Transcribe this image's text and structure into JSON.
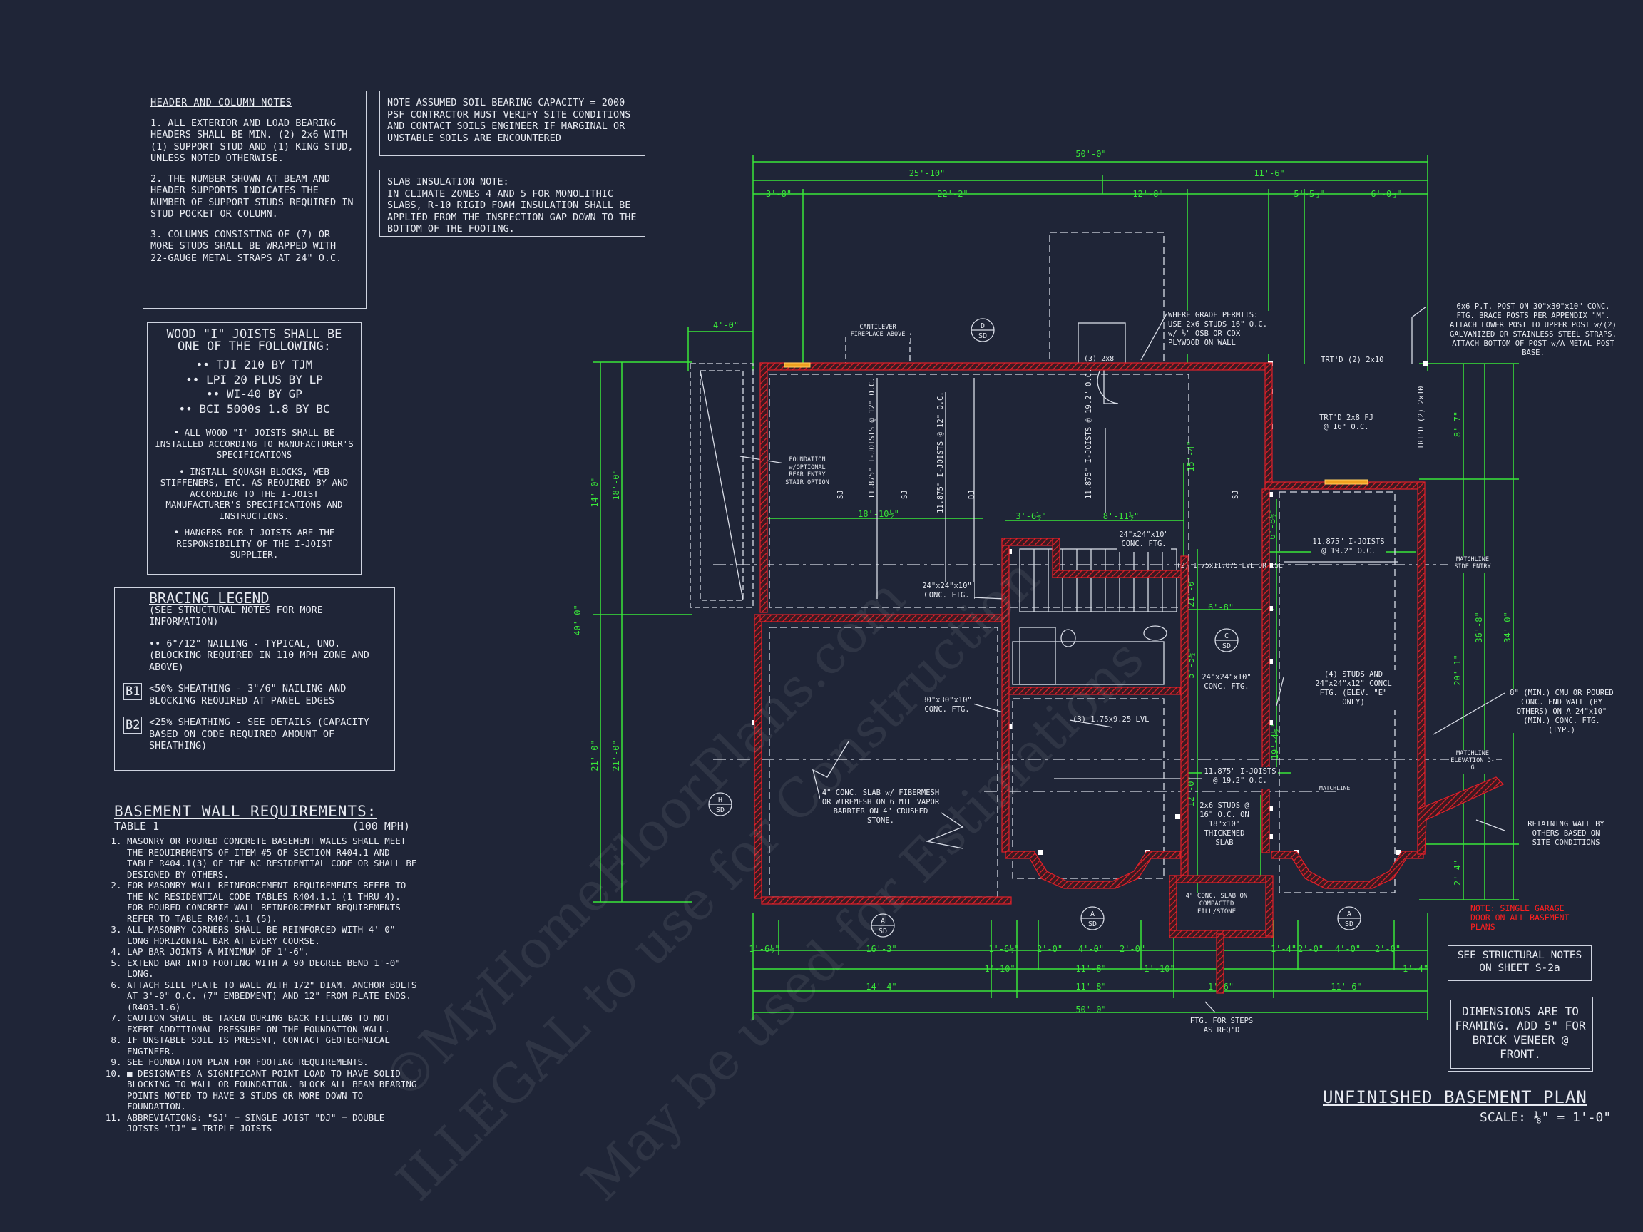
{
  "header_notes": {
    "title": "HEADER AND COLUMN NOTES",
    "items": [
      "1. ALL EXTERIOR AND LOAD BEARING HEADERS SHALL BE MIN. (2) 2x6 WITH (1) SUPPORT STUD AND (1) KING STUD, UNLESS NOTED OTHERWISE.",
      "2. THE NUMBER SHOWN AT BEAM AND HEADER SUPPORTS INDICATES THE NUMBER OF SUPPORT STUDS REQUIRED IN STUD POCKET OR COLUMN.",
      "3. COLUMNS CONSISTING OF (7) OR MORE STUDS SHALL BE WRAPPED WITH 22-GAUGE METAL STRAPS AT 24\" O.C."
    ]
  },
  "soil_note": "NOTE ASSUMED SOIL BEARING CAPACITY = 2000 PSF CONTRACTOR MUST VERIFY SITE CONDITIONS AND CONTACT SOILS ENGINEER IF MARGINAL OR UNSTABLE SOILS ARE ENCOUNTERED",
  "slab_note": {
    "title": "SLAB INSULATION NOTE:",
    "text": "IN CLIMATE ZONES 4 AND 5 FOR MONOLITHIC SLABS, R-10 RIGID FOAM INSULATION SHALL BE APPLIED FROM THE INSPECTION GAP DOWN TO THE BOTTOM OF THE FOOTING."
  },
  "joist_box": {
    "heading1": "WOOD \"I\" JOISTS SHALL BE",
    "heading2": "ONE OF THE FOLLOWING:",
    "options": [
      "•• TJI 210 BY TJM",
      "•• LPI 20 PLUS BY LP",
      "•• WI-40 BY GP",
      "•• BCI 5000s 1.8 BY BC"
    ],
    "notes": [
      "• ALL WOOD \"I\" JOISTS SHALL BE INSTALLED ACCORDING TO MANUFACTURER'S SPECIFICATIONS",
      "• INSTALL SQUASH BLOCKS, WEB STIFFENERS, ETC. AS REQUIRED BY AND ACCORDING TO THE I-JOIST MANUFACTURER'S SPECIFICATIONS AND INSTRUCTIONS.",
      "• HANGERS FOR I-JOISTS ARE THE RESPONSIBILITY OF THE I-JOIST SUPPLIER."
    ]
  },
  "bracing": {
    "title": "BRACING LEGEND",
    "subtitle": "(SEE STRUCTURAL NOTES FOR MORE INFORMATION)",
    "nailing": "•• 6\"/12\" NAILING - TYPICAL, UNO. (BLOCKING REQUIRED IN 110 MPH ZONE AND ABOVE)",
    "b1_tag": "B1",
    "b1_text": "<50% SHEATHING - 3\"/6\" NAILING AND BLOCKING REQUIRED AT PANEL EDGES",
    "b2_tag": "B2",
    "b2_text": "<25% SHEATHING - SEE DETAILS (CAPACITY BASED ON CODE REQUIRED AMOUNT OF SHEATHING)"
  },
  "basement_wall": {
    "title": "BASEMENT WALL REQUIREMENTS:",
    "table": "TABLE 1",
    "mph": "(100 MPH)",
    "items": [
      "MASONRY OR POURED CONCRETE BASEMENT WALLS SHALL MEET THE REQUIREMENTS OF ITEM #5 OF SECTION R404.1 AND TABLE R404.1(3) OF THE NC RESIDENTIAL CODE OR SHALL BE DESIGNED BY OTHERS.",
      "FOR MASONRY WALL REINFORCEMENT REQUIREMENTS REFER TO THE NC RESIDENTIAL CODE TABLES R404.1.1 (1 THRU 4). FOR POURED CONCRETE WALL REINFORCEMENT REQUIREMENTS REFER TO TABLE R404.1.1 (5).",
      "ALL MASONRY CORNERS SHALL BE REINFORCED WITH 4'-0\" LONG HORIZONTAL BAR AT EVERY COURSE.",
      "LAP BAR JOINTS A MINIMUM OF 1'-6\".",
      "EXTEND BAR INTO FOOTING WITH A 90 DEGREE BEND 1'-0\" LONG.",
      "ATTACH SILL PLATE TO WALL WITH 1/2\" DIAM. ANCHOR BOLTS AT 3'-0\" O.C. (7\" EMBEDMENT) AND 12\" FROM PLATE ENDS. (R403.1.6)",
      "CAUTION SHALL BE TAKEN DURING BACK FILLING TO NOT EXERT ADDITIONAL PRESSURE ON THE FOUNDATION WALL.",
      "IF UNSTABLE SOIL IS PRESENT, CONTACT GEOTECHNICAL ENGINEER.",
      "SEE FOUNDATION PLAN FOR FOOTING REQUIREMENTS.",
      "■ DESIGNATES A SIGNIFICANT POINT LOAD TO HAVE SOLID BLOCKING TO WALL OR FOUNDATION. BLOCK ALL BEAM BEARING POINTS NOTED TO HAVE 3 STUDS OR MORE DOWN TO FOUNDATION.",
      "ABBREVIATIONS: \"SJ\" = SINGLE JOIST \"DJ\" = DOUBLE JOISTS \"TJ\" = TRIPLE JOISTS"
    ]
  },
  "dimensions": {
    "top_overall": "50'-0\"",
    "top_left": "25'-10\"",
    "top_right": "11'-6\"",
    "top_a": "3'-8\"",
    "top_b": "22'-2\"",
    "top_c": "12'-8\"",
    "top_d": "5'-5½\"",
    "top_e": "6'-0½\"",
    "top_cant": "4'-0\"",
    "left_overall": "40'-0\"",
    "left_a": "14'-0\"",
    "left_b": "18'-0\"",
    "left_c": "21'-0\"",
    "left_d": "21'-0\"",
    "right_overall": "34'-0\"",
    "right_a": "36'-8\"",
    "right_b": "8'-7\"",
    "right_c": "20'-1\"",
    "right_d": "2'-4\"",
    "bot_a": "1'-6½\"",
    "bot_b": "16'-3\"",
    "bot_c": "1'-6½\"",
    "bot_d": "2'-0\"",
    "bot_e": "4'-0\"",
    "bot_f": "2'-0\"",
    "bot_g": "1'-4\"",
    "bot_h": "2'-0\"",
    "bot_i": "4'-0\"",
    "bot_j": "2'-0\"",
    "bot_k": "1'-4\"",
    "bot_l": "1'-10\"",
    "bot_m": "11'-8\"",
    "bot_n": "1'-10\"",
    "bot_o": "1'-6\"",
    "bot_p": "14'-4\"",
    "bot_q": "11'-8\"",
    "bot_r": "11'-6\"",
    "bot_overall": "50'-0\"",
    "int_a": "18'-10½\"",
    "int_b": "3'-6½\"",
    "int_c": "8'-11½\"",
    "int_d": "6'-8\"",
    "int_e": "6'-8½\"",
    "int_f": "15'-4\"",
    "int_g": "21'-0\"",
    "int_h": "5'-5½\"",
    "int_i": "19'-4½\"",
    "int_j": "12'-0\""
  },
  "plan_labels": {
    "cantilever": "CANTILEVER FIREPLACE ABOVE",
    "grade": "WHERE GRADE PERMITS: USE 2x6 STUDS 16\" O.C. w/ ½\" OSB OR CDX PLYWOOD ON WALL",
    "post": "6x6 P.T. POST ON 30\"x30\"x10\" CONC. FTG. BRACE POSTS PER APPENDIX \"M\". ATTACH LOWER POST TO UPPER POST w/(2) GALVANIZED OR STAINLESS STEEL STRAPS. ATTACH BOTTOM OF POST w/A METAL POST BASE.",
    "trtd_top": "TRT'D (2) 2x10",
    "trtd_fj": "TRT'D 2x8 FJ @ 16\" O.C.",
    "trtd_side": "TRT'D (2) 2x10",
    "foundation": "FOUNDATION w/OPTIONAL REAR ENTRY STAIR OPTION",
    "joist1": "11.875\" I-JOISTS @ 12\" O.C.",
    "joist2": "11.875\" I-JOISTS @ 12\" O.C.",
    "joist3": "11.875\" I-JOISTS @ 19.2\" O.C.",
    "joist4": "11.875\" I-JOISTS @ 19.2\" O.C.",
    "joist5": "11.875\" I-JOISTS @ 19.2\" O.C.",
    "ftg_24a": "24\"x24\"x10\" CONC. FTG.",
    "ftg_24b": "24\"x24\"x10\" CONC. FTG.",
    "ftg_24c": "24\"x24\"x10\" CONC. FTG.",
    "ftg_30": "30\"x30\"x10\" CONC. FTG.",
    "lvl1": "(2) 1.75x11.875 LVL OR LSL",
    "lvl2": "(3) 1.75x9.25 LVL",
    "studs4": "(4) STUDS AND 24\"x24\"x12\" CONCL FTG. (ELEV. \"E\" ONLY)",
    "slab": "4\" CONC. SLAB w/ FIBERMESH OR WIREMESH ON 6 MIL VAPOR BARRIER ON 4\" CRUSHED STONE.",
    "cmu": "8\" (MIN.) CMU OR POURED CONC. FND WALL (BY OTHERS) ON A 24\"x10\" (MIN.) CONC. FTG. (TYP.)",
    "thick": "2x6 STUDS @ 16\" O.C. ON 18\"x10\" THICKENED SLAB",
    "slab2": "4\" CONC. SLAB ON COMPACTED FILL/STONE",
    "retaining": "RETAINING WALL BY OTHERS BASED ON SITE CONDITIONS",
    "steps": "FTG. FOR STEPS AS REQ'D",
    "match1": "MATCHLINE SIDE ENTRY",
    "match2": "MATCHLINE ELEVATION D-G",
    "match3": "MATCHLINE",
    "hdr_3_2x8": "(3) 2x8",
    "sj": "SJ",
    "dj": "DJ",
    "tag_d": "D",
    "tag_c": "C",
    "tag_h": "H",
    "tag_a": "A",
    "tag_sd": "SD"
  },
  "red_note": "NOTE: SINGLE GARAGE DOOR ON ALL BASEMENT PLANS",
  "structural_note": "SEE STRUCTURAL NOTES ON SHEET S-2a",
  "dims_box": "DIMENSIONS ARE TO FRAMING. ADD 5\" FOR BRICK VENEER @ FRONT.",
  "plan_title": "UNFINISHED BASEMENT PLAN",
  "scale": "SCALE: ⅛\" = 1'-0\"",
  "watermarks": [
    "©MyHomeFloorPlans.com",
    "ILLEGAL to use for Construction",
    "May be used for Estimations"
  ],
  "colors": {
    "background": "#1f2537",
    "dimension": "#39e639",
    "wall": "#e0202a",
    "linework": "#e8ebf2",
    "note_red": "#ff2020"
  }
}
